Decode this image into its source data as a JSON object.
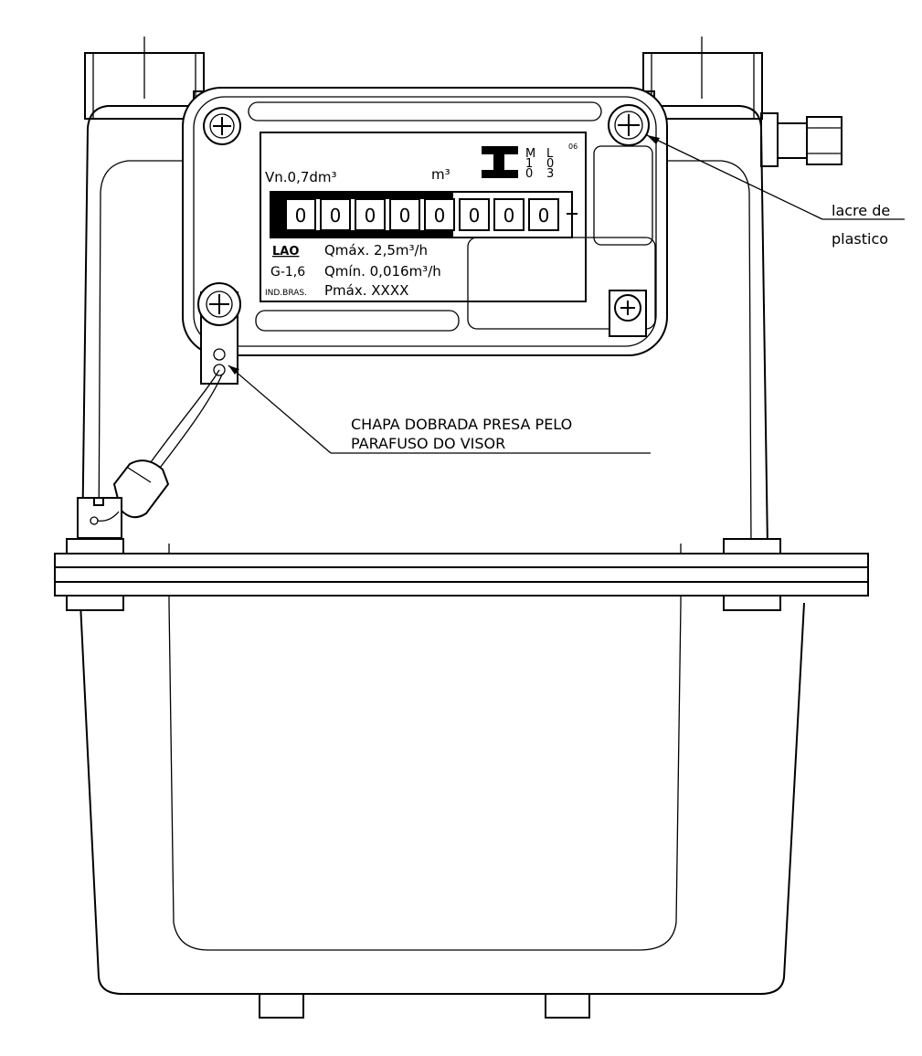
{
  "plate": {
    "volume": "Vn.0,7dm³",
    "unit": "m³",
    "logo_letters": [
      "M",
      "L",
      "06",
      "1",
      "0",
      "0",
      "3"
    ],
    "counter_digits": [
      "0",
      "0",
      "0",
      "0",
      "0",
      "0",
      "0",
      "0"
    ],
    "brand": "LAO",
    "model": "G-1,6",
    "origin": "IND.BRAS.",
    "qmax": "Qmáx. 2,5m³/h",
    "qmin": "Qmín. 0,016m³/h",
    "pmax": "Pmáx. XXXX"
  },
  "callouts": {
    "seal_line1": "lacre de",
    "seal_line2": "plastico",
    "bracket_line1": "CHAPA DOBRADA PRESA PELO",
    "bracket_line2": "PARAFUSO DO VISOR"
  }
}
